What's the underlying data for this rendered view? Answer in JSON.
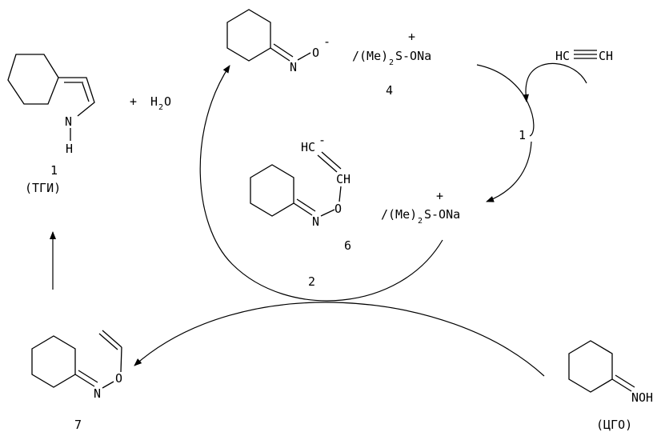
{
  "compound_tgi": {
    "N": "N",
    "H": "H",
    "number": "1",
    "abbrev": "(ТГИ)"
  },
  "plus_water": {
    "plus": "+",
    "H": "H",
    "sub": "2",
    "O": "O"
  },
  "oximate_anion": {
    "N": "N",
    "O": "O",
    "charge": "-"
  },
  "dmso_top": {
    "plus": "+",
    "prefix": "/(Me)",
    "sub": "2",
    "suffix": "S-ONa",
    "number": "4"
  },
  "acetylene": {
    "left": "HC",
    "right": "CH"
  },
  "step_1": "1",
  "carbanion_6": {
    "HC": "HC",
    "charge": "-",
    "CH": "CH",
    "O": "O",
    "N": "N",
    "number": "6"
  },
  "dmso_mid": {
    "plus": "+",
    "prefix": "/(Me)",
    "sub": "2",
    "suffix": "S-ONa"
  },
  "step_2": "2",
  "vinyl_ether_7": {
    "N": "N",
    "O": "O",
    "number": "7"
  },
  "oxime_cgo": {
    "NOH": "NOH",
    "abbrev": "(ЦГО)"
  }
}
